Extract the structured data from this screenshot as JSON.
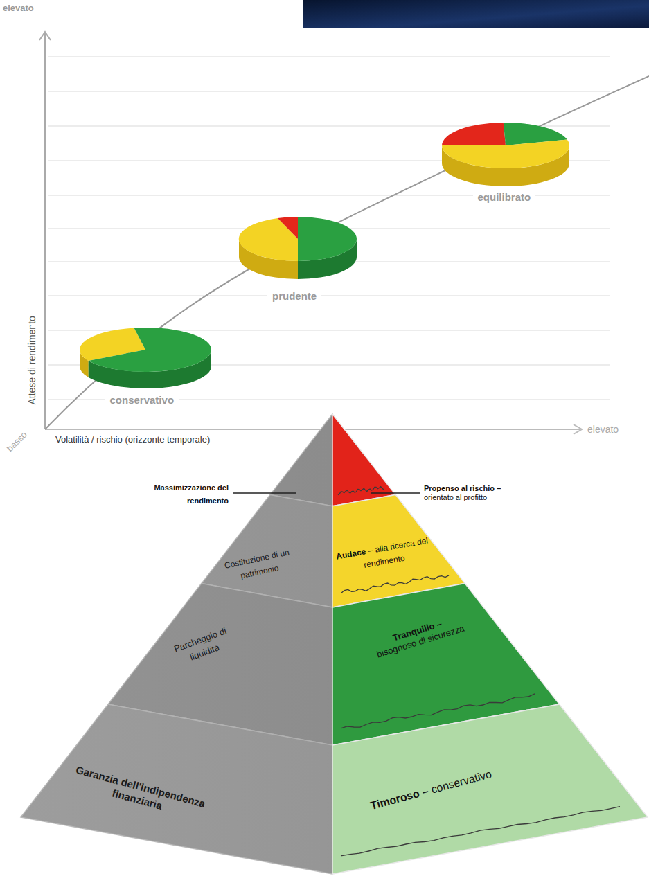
{
  "diagram": {
    "nodes": [
      {
        "text": [
          "conservativo"
        ]
      },
      {
        "text": [
          "prudente"
        ]
      },
      {
        "text": [
          "equilibrato"
        ]
      },
      {
        "text": [
          "Massimizzazione del rendimento"
        ]
      },
      {
        "text": [
          "Propenso al rischio –",
          "orientato al profitto"
        ]
      },
      {
        "text": [
          "Costituzione di un patrimonio"
        ]
      },
      {
        "text": [
          "Audace –",
          "alla ricerca del rendimento"
        ]
      },
      {
        "text": [
          "Parcheggio di liquidità"
        ]
      },
      {
        "text": [
          "Tranquillo –",
          "bisognoso di sicurezza"
        ]
      },
      {
        "text": [
          "Garanzia dell'indipendenza finanziaria"
        ]
      },
      {
        "text": [
          "Timoroso –",
          "conservativo"
        ]
      }
    ],
    "labels": [
      "elevato",
      "Attese di rendimento",
      "basso",
      "Volatilità / rischio (orizzonte temporale)",
      "elevato"
    ]
  }
}
